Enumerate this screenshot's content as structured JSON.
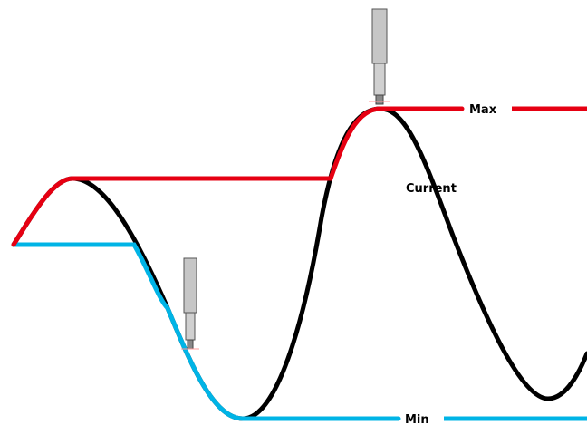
{
  "labels": {
    "max": "Max",
    "current": "Current",
    "min": "Min"
  },
  "colors": {
    "max_line": "#e60012",
    "min_line": "#00b4e6",
    "current_line": "#000000",
    "probe_body": "#bdbdbd",
    "probe_outline": "#555555"
  },
  "probes": [
    {
      "name": "probe-at-valley"
    },
    {
      "name": "probe-at-peak"
    }
  ]
}
